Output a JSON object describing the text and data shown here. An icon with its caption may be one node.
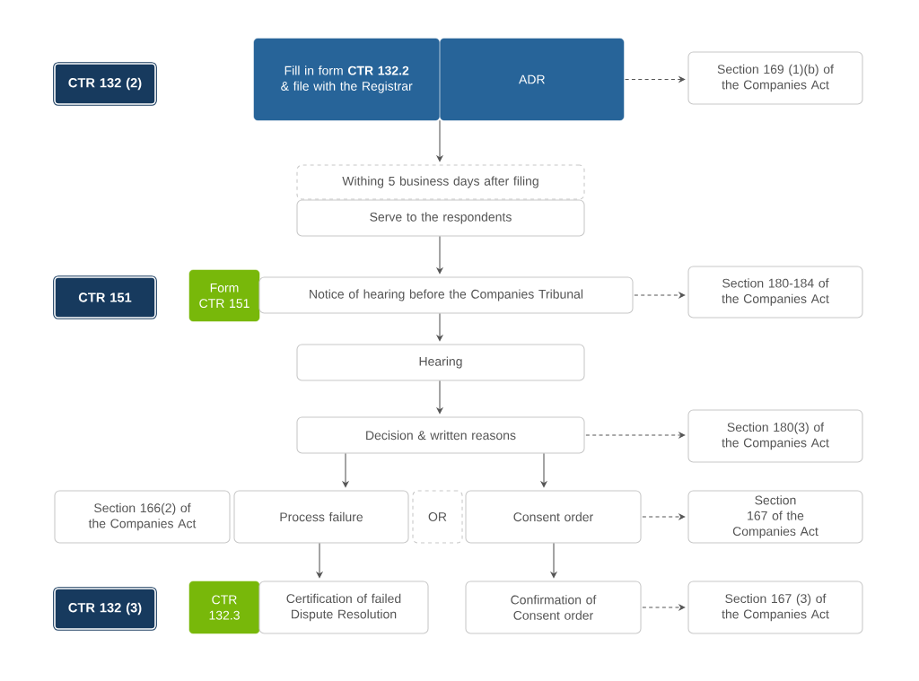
{
  "diagram": {
    "nodes": [
      {
        "text": [
          "CTR 132 (2)"
        ]
      },
      {
        "text": [
          "Fill in form **CTR 132.2** & file with the Registrar"
        ]
      },
      {
        "text": [
          "ADR"
        ]
      },
      {
        "text": [
          "Section 169 (1)(b) of the Companies Act"
        ]
      },
      {
        "text": [
          "Withing 5 business days after filing"
        ]
      },
      {
        "text": [
          "Serve to the respondents"
        ]
      },
      {
        "text": [
          "CTR 151"
        ]
      },
      {
        "text": [
          "Form CTR 151"
        ]
      },
      {
        "text": [
          "Notice of hearing before the Companies Tribunal"
        ]
      },
      {
        "text": [
          "Section 180-184 of the Companies Act"
        ]
      },
      {
        "text": [
          "Hearing"
        ]
      },
      {
        "text": [
          "Decision & written reasons"
        ]
      },
      {
        "text": [
          "Section 180(3) of the Companies Act"
        ]
      },
      {
        "text": [
          "Section 166(2) of the Companies Act"
        ]
      },
      {
        "text": [
          "Process failure"
        ]
      },
      {
        "text": [
          "OR"
        ]
      },
      {
        "text": [
          "Consent order"
        ]
      },
      {
        "text": [
          "Section 167 of the Companies Act"
        ]
      },
      {
        "text": [
          "CTR 132 (3)"
        ]
      },
      {
        "text": [
          "CTR 132.3"
        ]
      },
      {
        "text": [
          "Certification of failed Dispute Resolution"
        ]
      },
      {
        "text": [
          "Confirmation of Consent order"
        ]
      },
      {
        "text": [
          "Section 167 (3) of the Companies Act"
        ]
      }
    ],
    "edges": [
      {
        "from": 1,
        "to": 4,
        "arrow": "to"
      },
      {
        "from": 2,
        "to": 3,
        "arrow": "to",
        "style": "dashed"
      },
      {
        "from": 5,
        "to": 8,
        "arrow": "to"
      },
      {
        "from": 8,
        "to": 9,
        "arrow": "to",
        "style": "dashed"
      },
      {
        "from": 8,
        "to": 10,
        "arrow": "to"
      },
      {
        "from": 10,
        "to": 11,
        "arrow": "to"
      },
      {
        "from": 11,
        "to": 12,
        "arrow": "to",
        "style": "dashed"
      },
      {
        "from": 11,
        "to": 14,
        "arrow": "to"
      },
      {
        "from": 11,
        "to": 16,
        "arrow": "to"
      },
      {
        "from": 16,
        "to": 17,
        "arrow": "to",
        "style": "dashed"
      },
      {
        "from": 14,
        "to": 20,
        "arrow": "to"
      },
      {
        "from": 16,
        "to": 21,
        "arrow": "to"
      },
      {
        "from": 21,
        "to": 22,
        "arrow": "to",
        "style": "dashed"
      }
    ]
  }
}
